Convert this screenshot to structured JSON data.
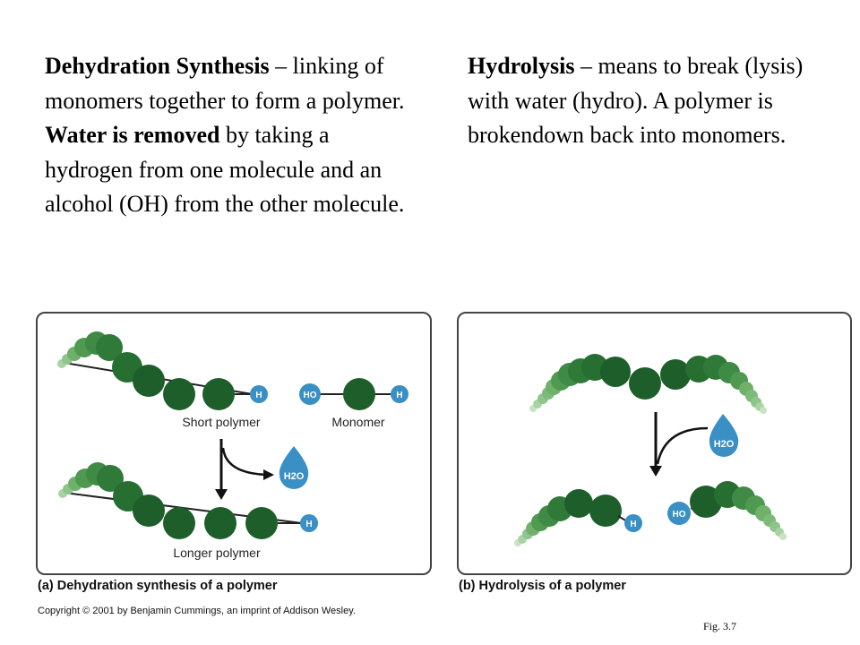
{
  "dehydration": {
    "term": "Dehydration Synthesis",
    "text1": " – linking of monomers together to form a polymer.  ",
    "emphasis": "Water is removed",
    "text2": " by taking a hydrogen from one molecule and an alcohol (OH) from the other molecule."
  },
  "hydrolysis": {
    "term": "Hydrolysis",
    "text": " – means to break (lysis) with water (hydro).  A polymer is brokendown back into monomers."
  },
  "panel_a": {
    "short_polymer": "Short polymer",
    "monomer": "Monomer",
    "longer_polymer": "Longer polymer",
    "caption": "(a)  Dehydration synthesis of a polymer"
  },
  "panel_b": {
    "caption": "(b)  Hydrolysis of a polymer"
  },
  "atoms": {
    "hydrogen": "H",
    "hydroxyl": "HO",
    "water": "H2O"
  },
  "copyright": "Copyright © 2001 by Benjamin Cummings, an imprint of Addison Wesley.",
  "figure_label": "Fig. 3.7",
  "colors": {
    "dark_green": "#1e5e2a",
    "mid_green": "#3f8a45",
    "light_green": "#8fc48c",
    "atom_blue": "#3a8fc4",
    "panel_border": "#444444"
  }
}
